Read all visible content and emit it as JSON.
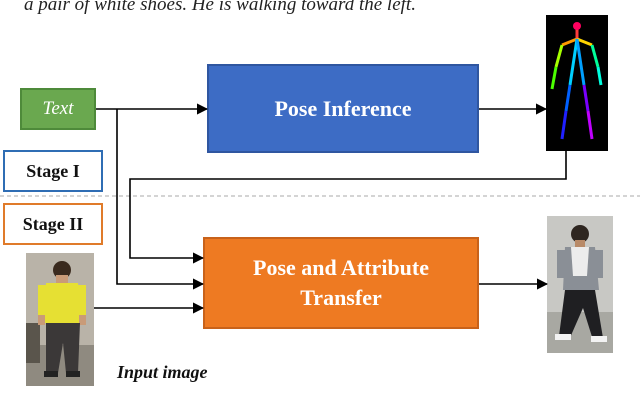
{
  "caption": "a pair of white shoes. He is walking toward the left.",
  "text_box": "Text",
  "stage1": "Stage I",
  "stage2": "Stage II",
  "pose_inference": "Pose Inference",
  "transfer_line1": "Pose and Attribute",
  "transfer_line2": "Transfer",
  "input_label": "Input image",
  "colors": {
    "text_green": "#6aa84f",
    "pose_blue": "#3d6cc5",
    "transfer_orange": "#ee7a22",
    "stage1_border": "#2f6db4",
    "stage2_border": "#e07b2a"
  }
}
